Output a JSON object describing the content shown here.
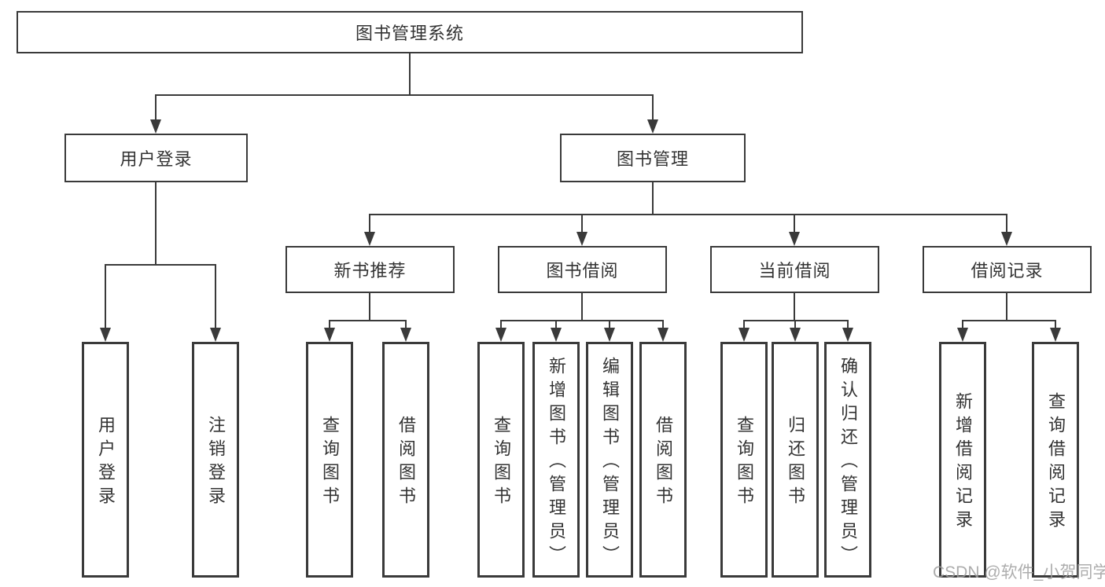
{
  "colors": {
    "line": "#3a3a3a",
    "text": "#333333",
    "watermark": "#9f9f9f"
  },
  "watermark": "CSDN @软件_小贺同学",
  "nodes": {
    "root": "图书管理系统",
    "user_login": "用户登录",
    "book_mgmt": "图书管理",
    "new_rec": "新书推荐",
    "borrow": "图书借阅",
    "current": "当前借阅",
    "records": "借阅记录",
    "login": "用户登录",
    "logout": "注销登录",
    "rec_query_book": "查询图书",
    "rec_borrow_book": "借阅图书",
    "bor_query_book": "查询图书",
    "bor_add_book": "新增图书（管理员）",
    "bor_edit_book": "编辑图书（管理员）",
    "bor_borrow_book": "借阅图书",
    "cur_query_book": "查询图书",
    "cur_return_book": "归还图书",
    "cur_confirm_return": "确认归还（管理员）",
    "rec_add_record": "新增借阅记录",
    "rec_query_record": "查询借阅记录"
  },
  "hierarchy": {
    "root": [
      "user_login",
      "book_mgmt"
    ],
    "user_login": [
      "login",
      "logout"
    ],
    "book_mgmt": [
      "new_rec",
      "borrow",
      "current",
      "records"
    ],
    "new_rec": [
      "rec_query_book",
      "rec_borrow_book"
    ],
    "borrow": [
      "bor_query_book",
      "bor_add_book",
      "bor_edit_book",
      "bor_borrow_book"
    ],
    "current": [
      "cur_query_book",
      "cur_return_book",
      "cur_confirm_return"
    ],
    "records": [
      "rec_add_record",
      "rec_query_record"
    ]
  }
}
